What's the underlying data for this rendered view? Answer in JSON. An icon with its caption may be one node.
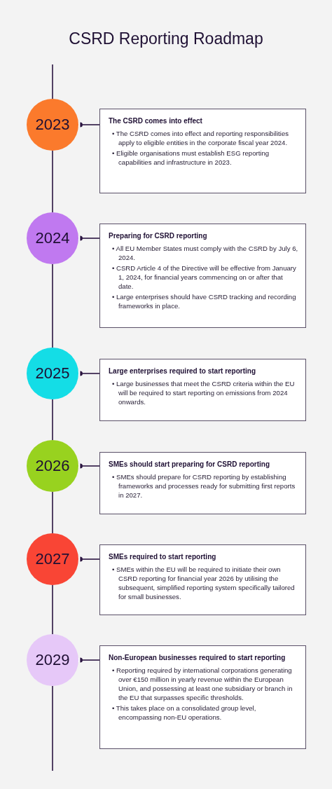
{
  "diagram": {
    "title": "CSRD Reporting Roadmap",
    "nodes": [
      {
        "text": [
          "2023"
        ]
      },
      {
        "text": [
          "The CSRD comes into effect",
          "• The CSRD comes into effect and reporting responsibilities apply to eligible entities in the corporate fiscal year 2024.",
          "• Eligible organisations must establish ESG reporting capabilities and infrastructure in 2023."
        ]
      },
      {
        "text": [
          "2024"
        ]
      },
      {
        "text": [
          "Preparing for CSRD reporting",
          "• All EU Member States must comply with the CSRD by July 6, 2024.",
          "• CSRD Article 4 of the Directive will be effective from January 1, 2024, for financial years commencing on or after that date.",
          "• Large enterprises should have CSRD tracking and recording frameworks in place."
        ]
      },
      {
        "text": [
          "2025"
        ]
      },
      {
        "text": [
          "Large enterprises required to start reporting",
          "• Large businesses that meet the CSRD criteria within the EU will be required to start reporting on emissions from 2024 onwards."
        ]
      },
      {
        "text": [
          "2026"
        ]
      },
      {
        "text": [
          "SMEs should start preparing for CSRD reporting",
          "• SMEs should prepare for CSRD reporting by establishing frameworks and processes ready for submitting first reports in 2027."
        ]
      },
      {
        "text": [
          "2027"
        ]
      },
      {
        "text": [
          "SMEs required to start reporting",
          "• SMEs within the EU will be required to initiate their own CSRD reporting for financial year 2026 by utilising the subsequent, simplified reporting system specifically tailored for small businesses."
        ]
      },
      {
        "text": [
          "2029"
        ]
      },
      {
        "text": [
          "Non-European businesses required to start reporting",
          "• Reporting required by international corporations generating over €150 million in yearly revenue within the European Union, and possessing at least one subsidiary or branch in the EU that surpasses specific thresholds.",
          "• This takes place on a consolidated group level, encompassing non-EU operations."
        ]
      }
    ],
    "edges": [
      {
        "from": null,
        "to": 0,
        "arrow": "none"
      },
      {
        "from": 0,
        "to": 1,
        "arrow": "other"
      },
      {
        "from": 0,
        "to": 2,
        "arrow": "none"
      },
      {
        "from": 2,
        "to": 3,
        "arrow": "other"
      },
      {
        "from": 2,
        "to": 4,
        "arrow": "none"
      },
      {
        "from": 4,
        "to": 5,
        "arrow": "other"
      },
      {
        "from": 4,
        "to": 6,
        "arrow": "none"
      },
      {
        "from": 6,
        "to": 7,
        "arrow": "other"
      },
      {
        "from": 6,
        "to": 8,
        "arrow": "none"
      },
      {
        "from": 8,
        "to": 9,
        "arrow": "other"
      },
      {
        "from": 8,
        "to": 10,
        "arrow": "none"
      },
      {
        "from": 10,
        "to": 11,
        "arrow": "other"
      },
      {
        "from": 10,
        "to": null,
        "arrow": "none"
      }
    ]
  }
}
